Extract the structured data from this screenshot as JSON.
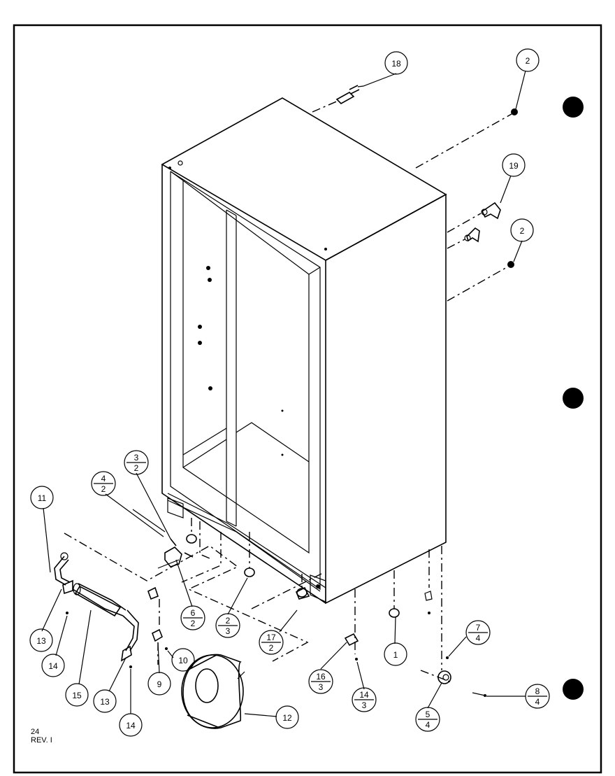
{
  "callouts": {
    "c18": "18",
    "c2a": "2",
    "c19": "19",
    "c2b": "2",
    "c11": "11",
    "c13a": "13",
    "c14a": "14",
    "c15": "15",
    "c13b": "13",
    "c14b": "14",
    "c9": "9",
    "c10": "10",
    "c12": "12",
    "c1": "1",
    "c4_2": {
      "top": "4",
      "bottom": "2"
    },
    "c3_2": {
      "top": "3",
      "bottom": "2"
    },
    "c6_2": {
      "top": "6",
      "bottom": "2"
    },
    "c2_3": {
      "top": "2",
      "bottom": "3"
    },
    "c17_2": {
      "top": "17",
      "bottom": "2"
    },
    "c16_3": {
      "top": "16",
      "bottom": "3"
    },
    "c14_3": {
      "top": "14",
      "bottom": "3"
    },
    "c7_4": {
      "top": "7",
      "bottom": "4"
    },
    "c8_4": {
      "top": "8",
      "bottom": "4"
    },
    "c5_4": {
      "top": "5",
      "bottom": "4"
    }
  },
  "footer": {
    "page": "24",
    "rev": "REV. I"
  }
}
